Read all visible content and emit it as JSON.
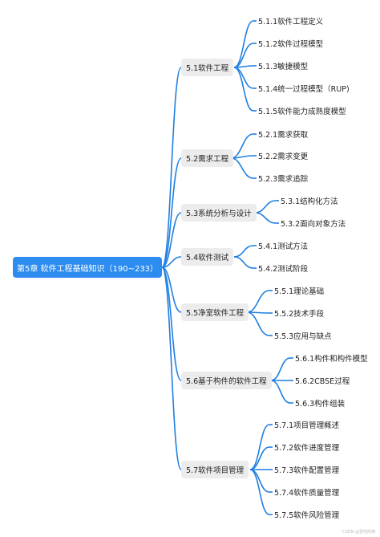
{
  "root": {
    "label": "第5章 软件工程基础知识（190~233）"
  },
  "colors": {
    "root": "#2d8cf0",
    "branch_bg": "#ececec",
    "line": "#1f7fe0"
  },
  "branches": [
    {
      "label": "5.1软件工程",
      "children": [
        "5.1.1软件工程定义",
        "5.1.2软件过程模型",
        "5.1.3敏捷模型",
        "5.1.4统一过程模型（RUP)",
        "5.1.5软件能力成熟度模型"
      ]
    },
    {
      "label": "5.2需求工程",
      "children": [
        "5.2.1需求获取",
        "5.2.2需求变更",
        "5.2.3需求追踪"
      ]
    },
    {
      "label": "5.3系统分析与设计",
      "children": [
        "5.3.1结构化方法",
        "5.3.2面向对象方法"
      ]
    },
    {
      "label": "5.4软件测试",
      "children": [
        "5.4.1测试方法",
        "5.4.2测试阶段"
      ]
    },
    {
      "label": "5.5净室软件工程",
      "children": [
        "5.5.1理论基础",
        "5.5.2技术手段",
        "5.5.3应用与缺点"
      ]
    },
    {
      "label": "5.6基于构件的软件工程",
      "children": [
        "5.6.1构件和构件模型",
        "5.6.2CBSE过程",
        "5.6.3构件组装"
      ]
    },
    {
      "label": "5.7软件项目管理",
      "children": [
        "5.7.1项目管理概述",
        "5.7.2软件进度管理",
        "5.7.3软件配置管理",
        "5.7.4软件质量管理",
        "5.7.5软件风险管理"
      ]
    }
  ],
  "footer": {
    "watermark": "CSDN @爱吃的辣"
  }
}
